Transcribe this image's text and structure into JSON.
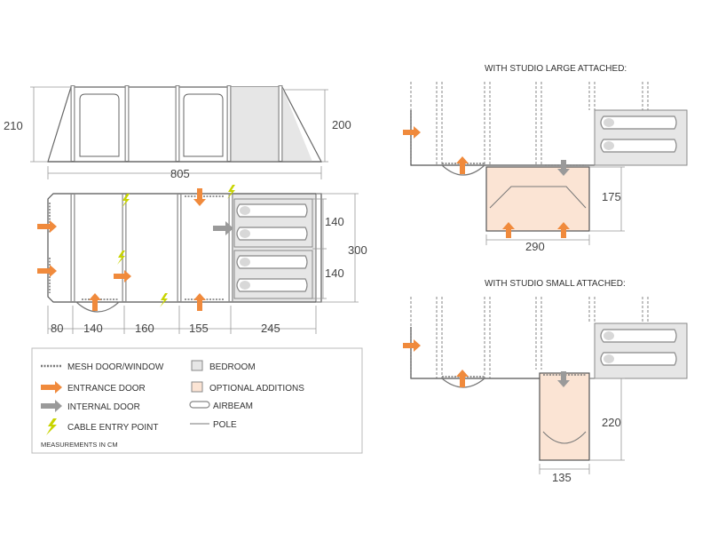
{
  "side_view": {
    "height_left": "210",
    "height_right": "200",
    "length": "805"
  },
  "floor_plan": {
    "width_total": "300",
    "bedroom_pod_1": "140",
    "bedroom_pod_2": "140",
    "segments": [
      "80",
      "140",
      "160",
      "155",
      "245"
    ]
  },
  "studio_large": {
    "heading": "WITH STUDIO LARGE ATTACHED:",
    "depth": "175",
    "width": "290"
  },
  "studio_small": {
    "heading": "WITH STUDIO SMALL ATTACHED:",
    "depth": "220",
    "width": "135"
  },
  "legend": {
    "items": [
      {
        "label": "MESH DOOR/WINDOW",
        "icon": "mesh-icon"
      },
      {
        "label": "ENTRANCE DOOR",
        "icon": "orange-arrow-icon"
      },
      {
        "label": "INTERNAL DOOR",
        "icon": "grey-arrow-icon"
      },
      {
        "label": "CABLE ENTRY POINT",
        "icon": "lightning-icon"
      },
      {
        "label": "BEDROOM",
        "icon": "bedroom-swatch-icon"
      },
      {
        "label": "OPTIONAL ADDITIONS",
        "icon": "optional-swatch-icon"
      },
      {
        "label": "AIRBEAM",
        "icon": "airbeam-icon"
      },
      {
        "label": "POLE",
        "icon": "pole-icon"
      }
    ],
    "note": "MEASUREMENTS IN CM"
  },
  "colors": {
    "outline": "#555555",
    "beam": "#8a8a8a",
    "bedroom_fill": "#e6e6e6",
    "optional_fill": "#fbe4d4",
    "orange": "#f08a3c",
    "grey_arrow": "#9a9a9a",
    "lightning": "#c8d400",
    "dim_text": "#444444"
  }
}
